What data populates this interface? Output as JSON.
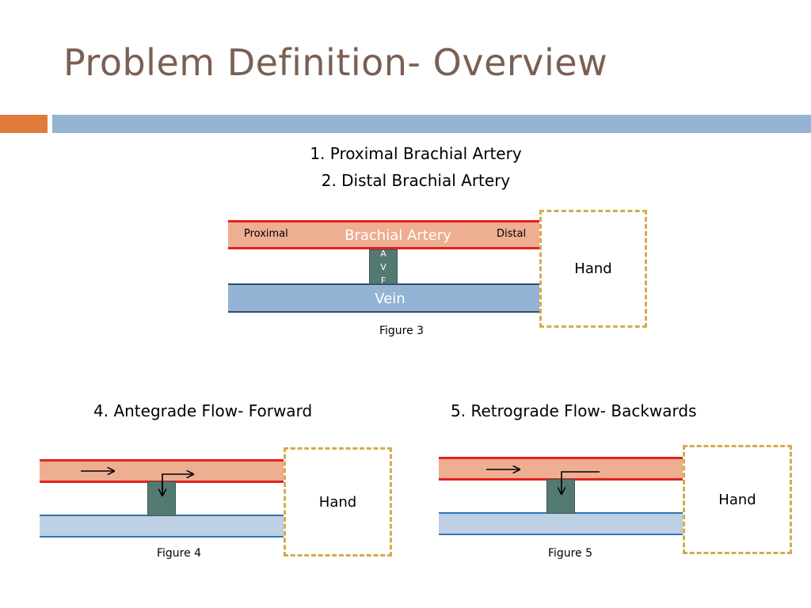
{
  "title": "Problem Definition- Overview",
  "figure3": {
    "lines": [
      "1. Proximal Brachial Artery",
      "2. Distal Brachial Artery"
    ],
    "proximal_label": "Proximal",
    "artery_label": "Brachial Artery",
    "distal_label": "Distal",
    "avf_letters": [
      "A",
      "V",
      "F"
    ],
    "vein_label": "Vein",
    "hand_label": "Hand",
    "caption": "Figure 3"
  },
  "figure4": {
    "heading": "4. Antegrade Flow- Forward",
    "hand_label": "Hand",
    "caption": "Figure 4"
  },
  "figure5": {
    "heading": "5. Retrograde Flow- Backwards",
    "hand_label": "Hand",
    "caption": "Figure 5"
  },
  "colors": {
    "title": "#7a6052",
    "accent_orange": "#e07b39",
    "accent_blue": "#95b3d2",
    "artery_fill": "#eeae92",
    "artery_wall": "#e6221f",
    "vein_fill": "#93b4d4",
    "vein_fill_light": "#bed0e4",
    "avf": "#537a70",
    "hand_border": "#d6aa4c"
  }
}
